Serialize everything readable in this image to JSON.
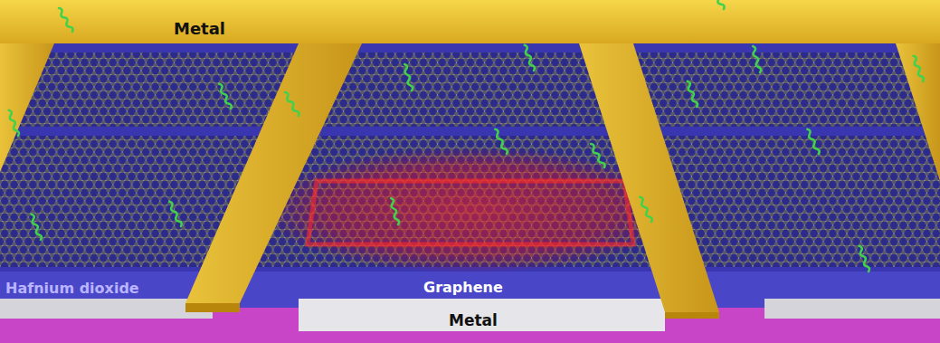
{
  "diagram": {
    "labels": [
      "Metal",
      "Hafnium dioxide",
      "Graphene",
      "Metal"
    ]
  }
}
